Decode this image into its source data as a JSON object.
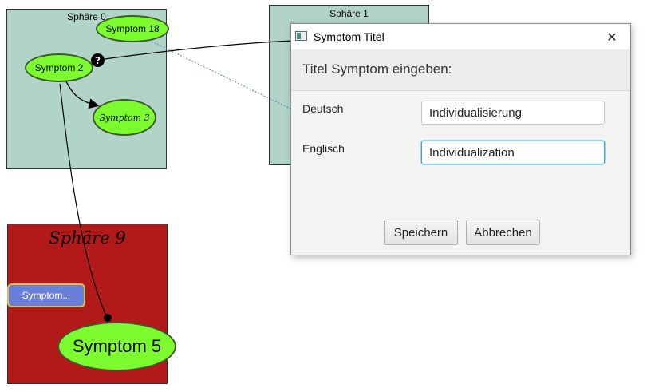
{
  "canvas": {
    "spheres": [
      {
        "title": "Sphäre 0"
      },
      {
        "title": "Sphäre 1"
      },
      {
        "title": "Sphäre 9"
      }
    ],
    "nodes": {
      "symptom_18": "Symptom 18",
      "symptom_2": "Symptom 2",
      "symptom_3": "Symptom 3",
      "symptom_collapsed": "Symptom...",
      "symptom_5": "Symptom 5"
    },
    "help_glyph": "?",
    "colors": {
      "sphere_teal": "#b2d3c8",
      "sphere_red": "#b21a1a",
      "node_green": "#7cfc2e",
      "node_blue": "#6a7fd8",
      "link_dotted": "#5a7fb0"
    }
  },
  "dialog": {
    "title": "Symptom Titel",
    "app_icon": "window-icon",
    "close_glyph": "✕",
    "header": "Titel Symptom eingeben:",
    "fields": {
      "german_label": "Deutsch",
      "german_value": "Individualisierung",
      "english_label": "Englisch",
      "english_value": "Individualization"
    },
    "buttons": {
      "save": "Speichern",
      "cancel": "Abbrechen"
    }
  }
}
